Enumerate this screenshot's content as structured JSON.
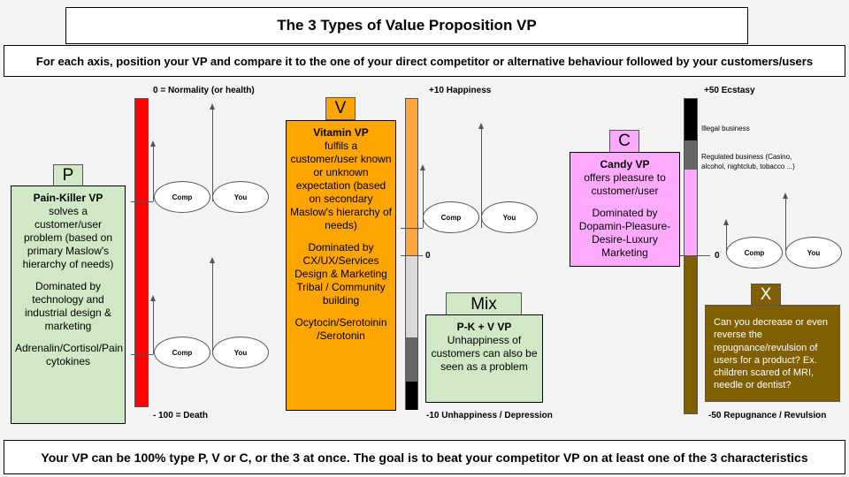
{
  "header": {
    "title": "The 3 Types of Value Proposition VP",
    "subtitle": "For each axis, position your VP and compare it to the one of your direct competitor or alternative behaviour followed by your customers/users"
  },
  "footer": {
    "text": "Your VP can be 100% type P, V or C, or the 3 at once. The goal is to beat your competitor VP on at least one of the 3 characteristics"
  },
  "painkiller": {
    "tag": "P",
    "title": "Pain-Killer VP",
    "description": "solves a customer/user problem (based on primary Maslow's hierarchy of needs)",
    "dominated": "Dominated by technology and industrial design & marketing",
    "hormones": "Adrenalin/Cortisol/Pain cytokines",
    "axis_top": "0 = Normality (or health)",
    "axis_bottom": "- 100 = Death",
    "color": "#ff0000",
    "card_color": "#d0e8c5",
    "comparisons": [
      {
        "comp": "Comp",
        "you": "You"
      },
      {
        "comp": "Comp",
        "you": "You"
      }
    ]
  },
  "vitamin": {
    "tag": "V",
    "title": "Vitamin VP",
    "description": "fulfils a customer/user known or unknown expectation (based on secondary Maslow's hierarchy of needs)",
    "dominated": "Dominated by CX/UX/Services Design & Marketing Tribal / Community building",
    "hormones": "Ocytocin/Serotoinin /Serotonin",
    "axis_top": "+10 Happiness",
    "axis_zero": "0",
    "axis_bottom": "-10 Unhappiness / Depression",
    "color": "#ffa53d",
    "card_color": "#ffa500",
    "comparisons": [
      {
        "comp": "Comp",
        "you": "You"
      }
    ]
  },
  "mix": {
    "tag": "Mix",
    "title": "P-K + V VP",
    "description": "Unhappiness of customers can also be seen as a problem",
    "card_color": "#d0e8c5"
  },
  "candy": {
    "tag": "C",
    "title": "Candy VP",
    "description": "offers pleasure to customer/user",
    "dominated": "Dominated by Dopamin-Pleasure-Desire-Luxury Marketing",
    "axis_top": "+50 Ecstasy",
    "axis_zero": "0",
    "axis_bottom": "-50 Repugnance / Revulsion",
    "illegal_label": "Illegal business",
    "regulated_label": "Regulated business (Casino, alcohol, nightclub, tobacco ...)",
    "color": "#ffaaff",
    "negative_color": "#7f5f00",
    "comparisons": [
      {
        "comp": "Comp",
        "you": "You"
      }
    ]
  },
  "repugnance": {
    "tag": "X",
    "text": "Can you decrease or even reverse the repugnance/revulsion of users for a product? Ex. children scared of MRI, needle or dentist?",
    "color": "#7f5f00"
  }
}
